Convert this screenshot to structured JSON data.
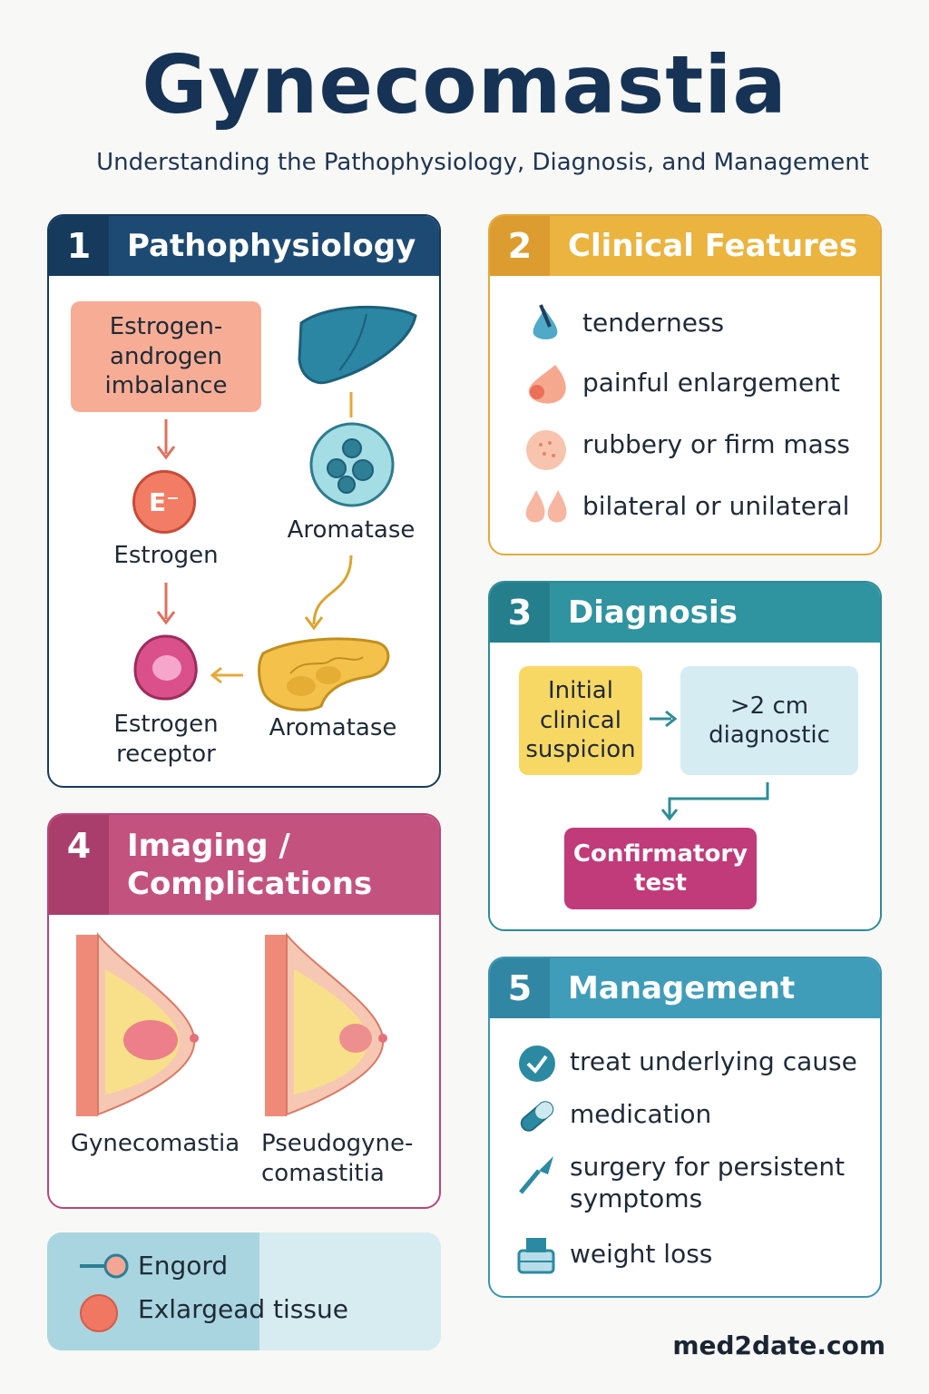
{
  "header": {
    "title": "Gynecomastia",
    "subtitle": "Understanding the Pathophysiology, Diagnosis, and Management"
  },
  "colors": {
    "navy": "#173a5e",
    "gold": "#e5a93b",
    "teal": "#2e8c98",
    "magenta": "#b9467a",
    "blue": "#3b95b1",
    "salmon": "#f7ad95",
    "yellow": "#f8d864",
    "lightblue": "#d5edf2",
    "crimson": "#c13a79"
  },
  "pathophysiology": {
    "number": "1",
    "title": "Pathophysiology",
    "imbalance": "Estrogen-\nandrogen\nimbalance",
    "estrogen_symbol": "E⁻",
    "estrogen": "Estrogen",
    "receptor": "Estrogen\nreceptor",
    "aromatase_top": "Aromatase",
    "aromatase_bottom": "Aromatase",
    "icons": [
      "liver-icon",
      "cell-icon",
      "pancreas-icon",
      "receptor-icon"
    ]
  },
  "clinical": {
    "number": "2",
    "title": "Clinical Features",
    "items": [
      {
        "label": "tenderness",
        "icon": "droplet-icon"
      },
      {
        "label": "painful enlargement",
        "icon": "enlargement-icon"
      },
      {
        "label": "rubbery or firm mass",
        "icon": "mass-icon"
      },
      {
        "label": "bilateral or unilateral",
        "icon": "bilateral-icon"
      }
    ]
  },
  "diagnosis": {
    "number": "3",
    "title": "Diagnosis",
    "step1": "Initial\nclinical\nsuspicion",
    "step2": ">2 cm\ndiagnostic",
    "step3": "Confirmatory\ntest"
  },
  "imaging": {
    "number": "4",
    "title": "Imaging /\nComplications",
    "left_label": "Gynecomastia",
    "right_label": "Pseudogyne-\ncomastitia"
  },
  "management": {
    "number": "5",
    "title": "Management",
    "items": [
      {
        "label": "treat underlying cause",
        "icon": "check-icon"
      },
      {
        "label": "medication",
        "icon": "pill-icon"
      },
      {
        "label": "surgery for persistent\nsymptoms",
        "icon": "scalpel-icon"
      },
      {
        "label": "weight loss",
        "icon": "scale-icon"
      }
    ]
  },
  "legend": {
    "items": [
      {
        "label": "Engord",
        "icon": "tissue-marker-icon"
      },
      {
        "label": "Exlargead tissue",
        "icon": "red-circle-icon"
      }
    ]
  },
  "footer": "med2date.com"
}
